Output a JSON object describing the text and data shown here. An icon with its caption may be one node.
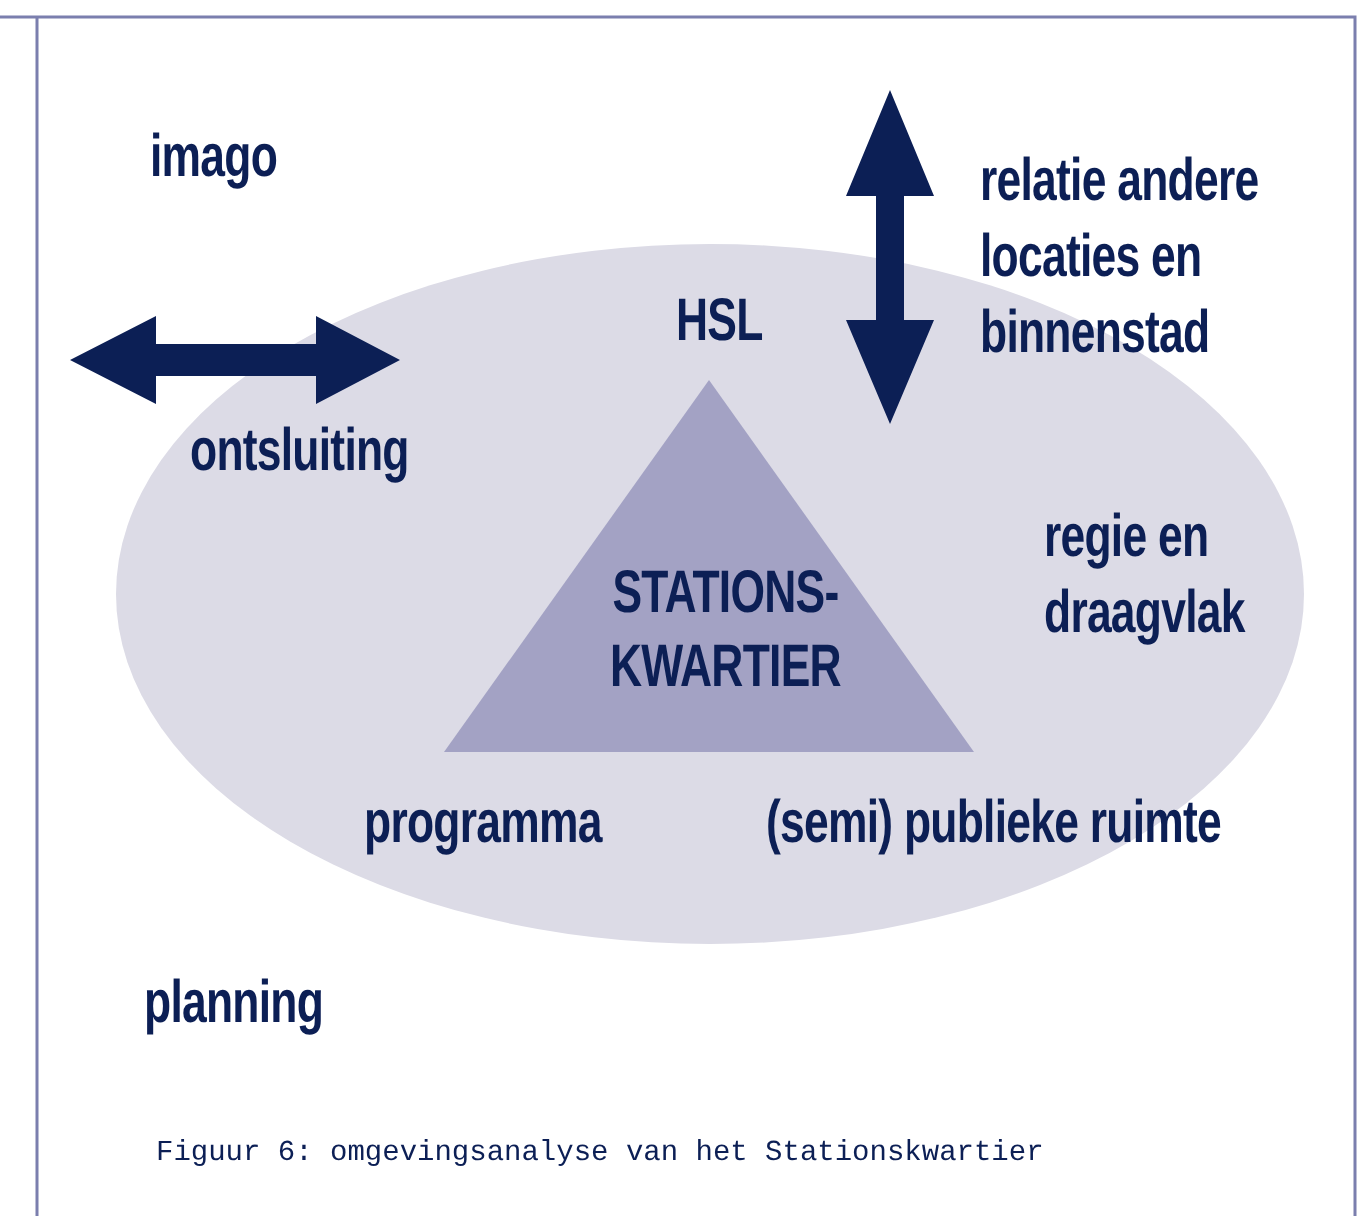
{
  "diagram": {
    "caption": "Figuur 6: omgevingsanalyse van het Stationskwartier",
    "nodes": [
      {
        "text": [
          "STATIONS- KWARTIER"
        ]
      }
    ],
    "labels": [
      "imago",
      "relatie andere locaties en binnenstad",
      "HSL",
      "ontsluiting",
      "regie en draagvlak",
      "programma",
      "(semi) publieke ruimte",
      "planning"
    ]
  }
}
